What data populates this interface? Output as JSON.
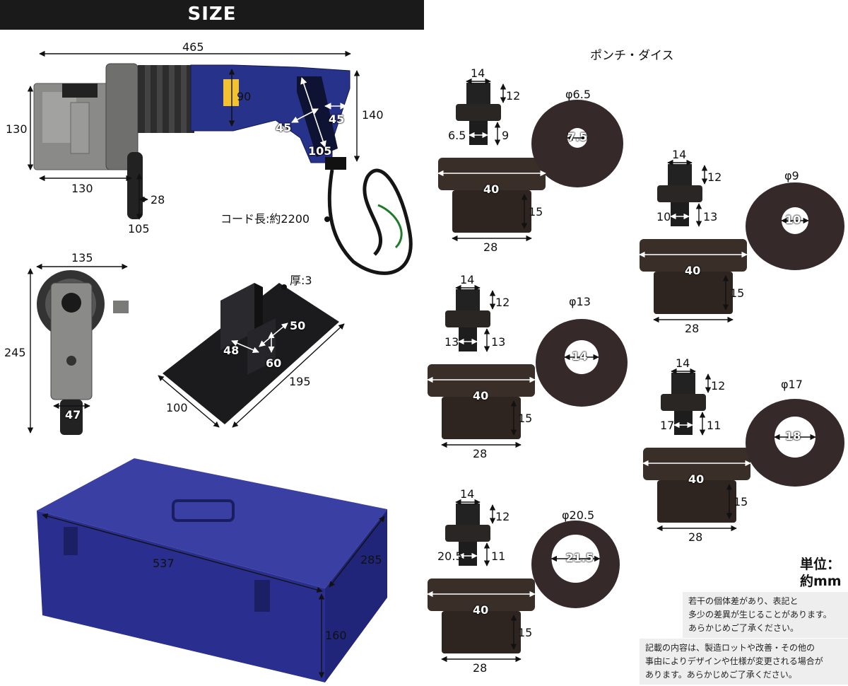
{
  "header": {
    "title": "SIZE"
  },
  "tool": {
    "length": "465",
    "height_left": "130",
    "base_length": "130",
    "motor_height": "90",
    "handle_height": "140",
    "grip_diag_1": "45",
    "grip_diag_2": "45",
    "grip_length": "105",
    "side_handle_width": "28",
    "side_handle_length": "105",
    "cord_label": "コード長:約2200"
  },
  "front_view": {
    "width": "135",
    "height": "245",
    "base_width": "47"
  },
  "plate": {
    "thickness_label": "厚:3",
    "dim_50": "50",
    "dim_48": "48",
    "dim_60": "60",
    "length": "195",
    "width": "100"
  },
  "case": {
    "length": "537",
    "depth": "285",
    "height": "160"
  },
  "punches": {
    "section_title": "ポンチ・ダイス",
    "sets": [
      {
        "label": "φ6.5",
        "punch_top": "14",
        "punch_head": "12",
        "punch_tip": "6.5",
        "punch_tip_len": "9",
        "die_hole": "7.5",
        "stamp": "φ6.5",
        "holder_width": "40",
        "holder_height": "15",
        "holder_base": "28"
      },
      {
        "label": "φ9",
        "punch_top": "14",
        "punch_head": "12",
        "punch_tip": "10",
        "punch_tip_len": "13",
        "die_hole": "10",
        "stamp": "φ9",
        "holder_width": "40",
        "holder_height": "15",
        "holder_base": "28"
      },
      {
        "label": "φ13",
        "punch_top": "14",
        "punch_head": "12",
        "punch_tip": "13",
        "punch_tip_len": "13",
        "die_hole": "14",
        "stamp": "φ13",
        "holder_width": "40",
        "holder_height": "15",
        "holder_base": "28"
      },
      {
        "label": "φ17",
        "punch_top": "14",
        "punch_head": "12",
        "punch_tip": "17",
        "punch_tip_len": "11",
        "die_hole": "18",
        "stamp": "φ17",
        "holder_width": "40",
        "holder_height": "15",
        "holder_base": "28"
      },
      {
        "label": "φ20.5",
        "punch_top": "14",
        "punch_head": "12",
        "punch_tip": "20.5",
        "punch_tip_len": "11",
        "die_hole": "21.5",
        "stamp": "φ20.5",
        "holder_width": "40",
        "holder_height": "15",
        "holder_base": "28"
      }
    ]
  },
  "unit": {
    "line1": "単位：",
    "line2": "約mm"
  },
  "notes": {
    "note1": [
      "若干の個体差があり、表記と",
      "多少の差異が生じることがあります。",
      "あらかじめご了承ください。"
    ],
    "note2": [
      "記載の内容は、製造ロットや改善・その他の",
      "事由によりデザインや仕様が変更される場合が",
      "あります。あらかじめご了承ください。"
    ]
  },
  "colors": {
    "tool_blue": "#27328a",
    "case_blue": "#2a2f8f",
    "steel": "#8a8a88",
    "dark": "#2a2624",
    "die_brown": "#3a2e28"
  }
}
